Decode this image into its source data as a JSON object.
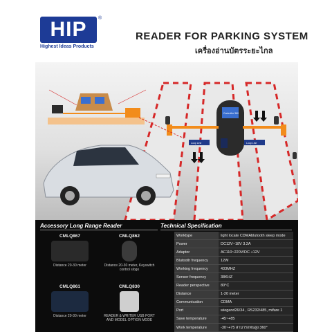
{
  "brand": {
    "logo_text": "HIP",
    "registered": "®",
    "tagline": "Highest Ideas Products"
  },
  "header": {
    "title": "READER FOR PARKING SYSTEM",
    "subtitle": "เครื่องอ่านบัตรระยะไกล"
  },
  "colors": {
    "brand_blue": "#1d3b96",
    "panel_bg": "#0c0c0c",
    "accent_red": "#d62828",
    "barrier_orange": "#f28c1b"
  },
  "scene": {
    "loop_label_1": "Loop Line",
    "loop_label_2": "Loop Line",
    "controller_label": "Controller 360"
  },
  "accessory": {
    "heading": "Accessory Long Range Reader",
    "products": [
      {
        "model": "CMLQ867",
        "desc": "Distance 20-30 meter"
      },
      {
        "model": "CMLQ862",
        "desc": "Distance 20-30 meter, Keyswitch control slogo"
      },
      {
        "model": "CMLQ861",
        "desc": "Distance 20-30 meter"
      },
      {
        "model": "CMLQ830",
        "desc": "READER & WRITER USB PORT AND MODEL OPTION MODE"
      }
    ]
  },
  "spec": {
    "heading": "Technical Specification",
    "rows": [
      {
        "key": "Worktype",
        "value": "light locate CDMAblutooth  sleep mode"
      },
      {
        "key": "Power",
        "value": "DC12V~18V    3.2A"
      },
      {
        "key": "Adaptor",
        "value": "AC110~220V/DC +12V"
      },
      {
        "key": "Blutooth frequency",
        "value": "12W"
      },
      {
        "key": "Working frequency",
        "value": "433MHZ"
      },
      {
        "key": "Sensor frequency",
        "value": "38KHZ"
      },
      {
        "key": "Reader perspective",
        "value": "80°C"
      },
      {
        "key": "Distance",
        "value": "1-20 meter"
      },
      {
        "key": "Communication",
        "value": "CDMA"
      },
      {
        "key": "Port",
        "value": "wiegand26/34  , RS232/485, mifare 1"
      },
      {
        "key": "Save temperature",
        "value": "-45~+85"
      },
      {
        "key": "Work temperature",
        "value": "-30~+75  สามารถทนสูง 360°"
      }
    ]
  }
}
